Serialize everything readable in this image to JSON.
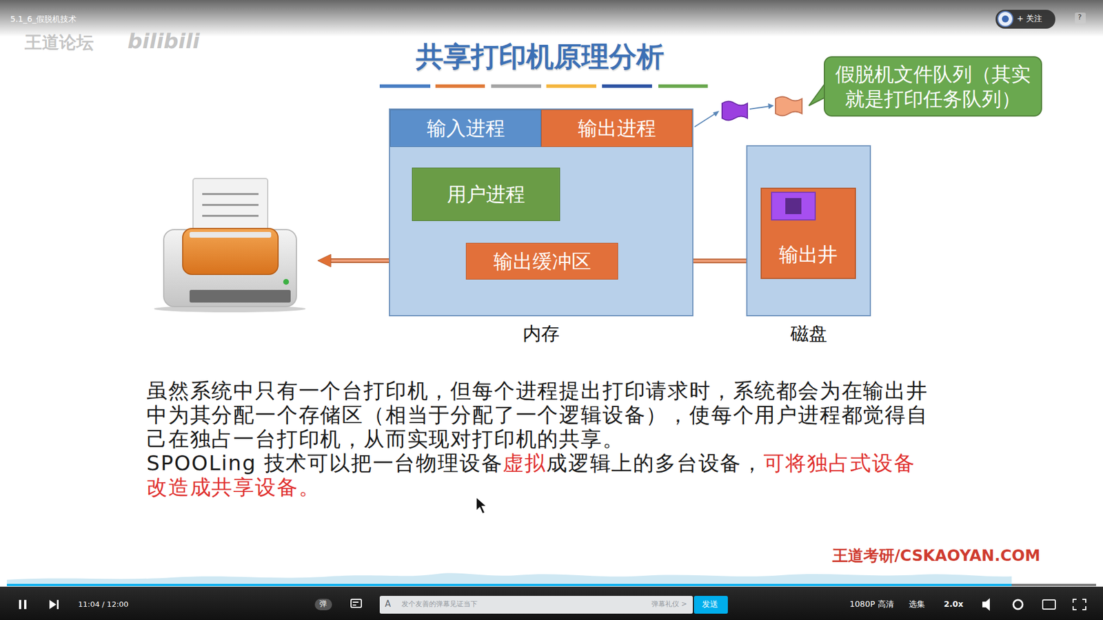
{
  "diagram": {
    "title": "共享打印机原理分析",
    "nodes": [
      {
        "text": [
          "内存"
        ]
      },
      {
        "text": [
          "输入进程"
        ],
        "in": 0
      },
      {
        "text": [
          "输出进程"
        ],
        "in": 0
      },
      {
        "text": [
          "用户进程"
        ],
        "in": 0
      },
      {
        "text": [
          "输出缓冲区"
        ],
        "in": 0
      },
      {
        "text": [
          "磁盘"
        ]
      },
      {
        "text": [
          "输出井"
        ],
        "in": 5
      },
      {
        "text": [
          "假脱机文件队列（其实就是打印任务队列）"
        ]
      }
    ],
    "edges": [
      {
        "from": 6,
        "to": 4,
        "arrow": "to"
      }
    ],
    "labels": [
      "5.1_6_假脱机技术",
      "王道论坛",
      "bilibili",
      "+ 关注",
      "?",
      "虽然系统中只有一个台打印机，但每个进程提出打印请求时，系统都会为在输出井中为其分配一个存储区（相当于分配了一个逻辑设备），使每个用户进程都觉得自己在独占一台打印机，从而实现对打印机的共享。",
      "SPOOLing 技术可以把一台物理设备",
      "虚拟",
      "成逻辑上的多台设备，",
      "可将独占式设备改造成共享设备。",
      "11:04 / 12:00",
      "弹",
      "A",
      "发个友善的弹幕见证当下",
      "弹幕礼仪 >",
      "发送",
      "王道考研/CSKAOYAN.COM",
      "1080P 高清",
      "选集",
      "2.0x"
    ]
  }
}
